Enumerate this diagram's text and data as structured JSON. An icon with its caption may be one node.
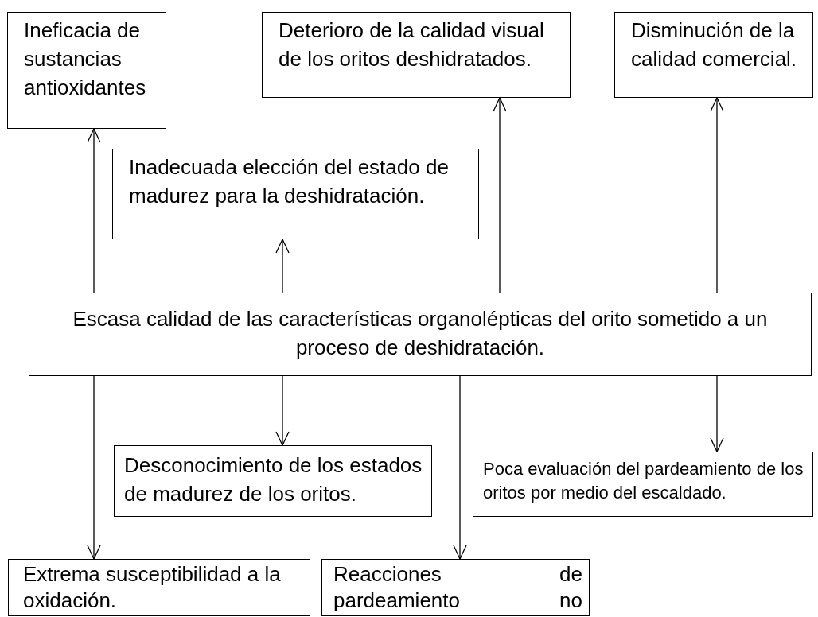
{
  "diagram": {
    "nodes": [
      {
        "text": [
          "Ineficacia de sustancias antioxidantes"
        ]
      },
      {
        "text": [
          "Deterioro de la calidad visual de los oritos deshidratados."
        ]
      },
      {
        "text": [
          "Disminución de la calidad comercial."
        ]
      },
      {
        "text": [
          "Inadecuada elección del estado de madurez para la deshidratación."
        ]
      },
      {
        "text": [
          "Escasa calidad de las características organolépticas del orito sometido a un proceso de deshidratación."
        ]
      },
      {
        "text": [
          "Desconocimiento de los estados de madurez de los oritos."
        ]
      },
      {
        "text": [
          "Poca evaluación del pardeamiento de los oritos por medio del escaldado."
        ]
      },
      {
        "text": [
          "Extrema susceptibilidad a la oxidación."
        ]
      },
      {
        "text": [
          "Reacciones de pardeamiento no enzimático en el secado."
        ]
      }
    ],
    "edges": [
      {
        "from": 4,
        "to": 0,
        "arrow": "to"
      },
      {
        "from": 4,
        "to": 3,
        "arrow": "to"
      },
      {
        "from": 4,
        "to": 1,
        "arrow": "to"
      },
      {
        "from": 4,
        "to": 2,
        "arrow": "to"
      },
      {
        "from": 4,
        "to": 5,
        "arrow": "to"
      },
      {
        "from": 4,
        "to": 6,
        "arrow": "to"
      },
      {
        "from": 4,
        "to": 7,
        "arrow": "to"
      },
      {
        "from": 4,
        "to": 8,
        "arrow": "to"
      }
    ]
  }
}
